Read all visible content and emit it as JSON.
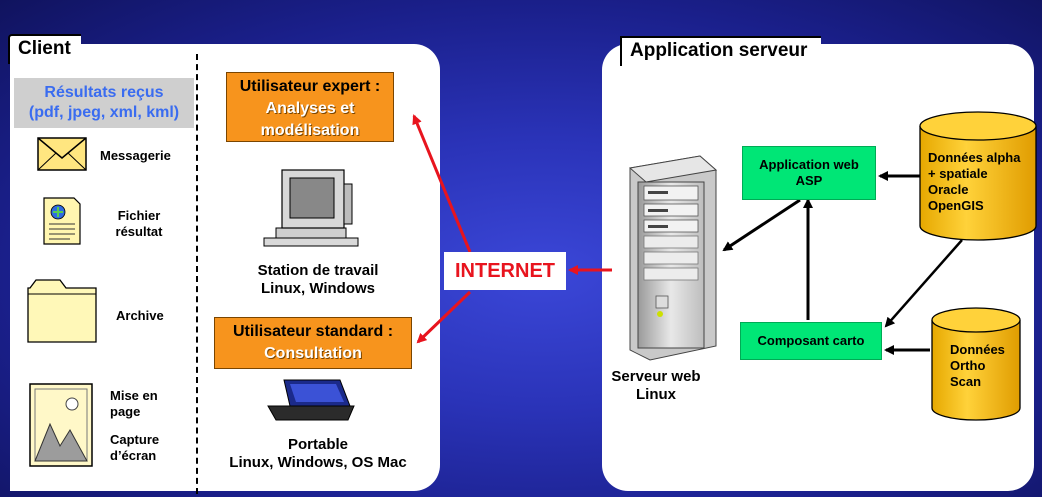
{
  "client": {
    "title": "Client",
    "results_line1": "Résultats reçus",
    "results_line2": "(pdf, jpeg, xml, kml)",
    "messagerie": "Messagerie",
    "fichier_line1": "Fichier",
    "fichier_line2": "résultat",
    "archive": "Archive",
    "mise_line1": "Mise en",
    "mise_line2": "page",
    "capture_line1": "Capture",
    "capture_line2": "d’écran",
    "expert_line1": "Utilisateur expert :",
    "expert_line2": "Analyses et",
    "expert_line3": "modélisation",
    "station_line1": "Station de travail",
    "station_line2": "Linux, Windows",
    "standard_line1": "Utilisateur standard :",
    "standard_line2": "Consultation",
    "portable_line1": "Portable",
    "portable_line2": "Linux, Windows, OS Mac"
  },
  "internet": "INTERNET",
  "server": {
    "title": "Application serveur",
    "app_web_line1": "Application web",
    "app_web_line2": "ASP",
    "carto": "Composant carto",
    "serveur_line1": "Serveur web",
    "serveur_line2": "Linux",
    "db1_line1": "Données alpha",
    "db1_line2": "+ spatiale",
    "db1_line3": "Oracle",
    "db1_line4": "OpenGIS",
    "db2_line1": "Données",
    "db2_line2": "Ortho",
    "db2_line3": "Scan"
  },
  "colors": {
    "background": "#2a33b8",
    "orange": "#f7941d",
    "green": "#00e676",
    "cylinder": "#ffc000",
    "arrow_red": "#e8141e",
    "results_text": "#3a6cf0"
  }
}
